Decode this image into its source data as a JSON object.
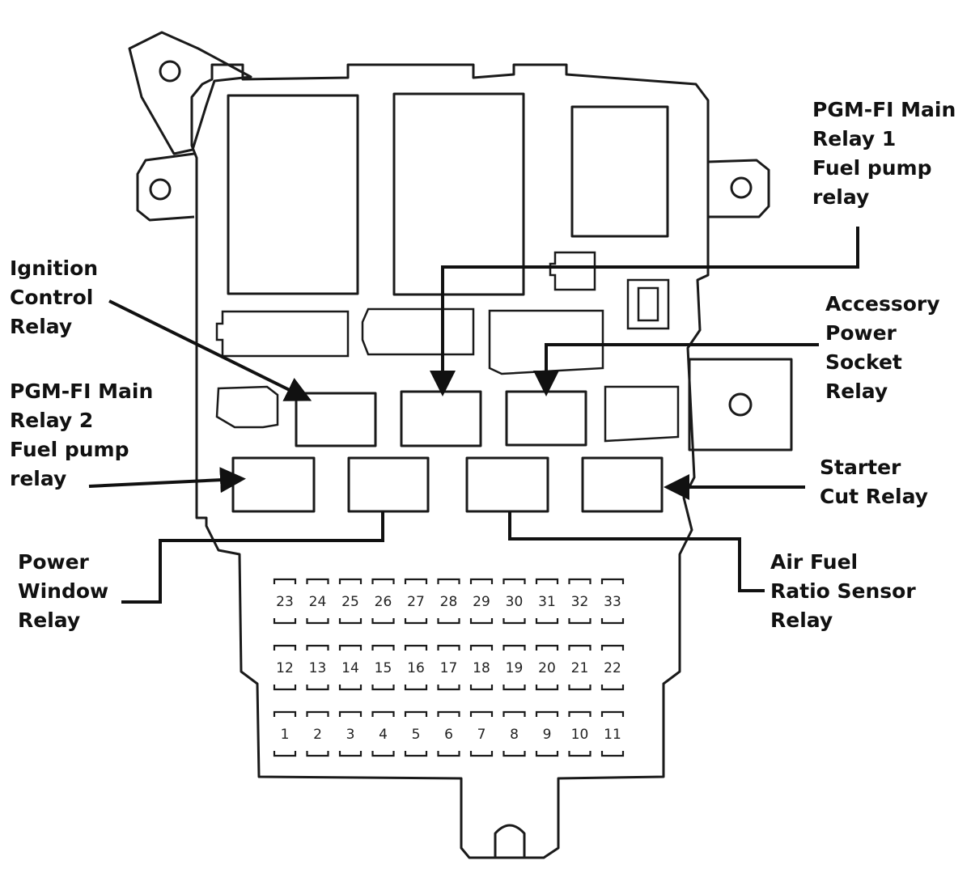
{
  "colors": {
    "line": "#1a1a1a",
    "text": "#111111",
    "background": "#ffffff"
  },
  "labels": {
    "pgm_fi_main_relay_1": [
      "PGM-FI Main",
      "Relay 1",
      "Fuel pump",
      "relay"
    ],
    "ignition_control_relay": [
      "Ignition",
      "Control",
      "Relay"
    ],
    "accessory_power_socket_relay": [
      "Accessory",
      "Power",
      "Socket",
      "Relay"
    ],
    "pgm_fi_main_relay_2": [
      "PGM-FI Main",
      "Relay 2",
      "Fuel pump",
      "relay"
    ],
    "starter_cut_relay": [
      "Starter",
      "Cut Relay"
    ],
    "power_window_relay": [
      "Power",
      "Window",
      "Relay"
    ],
    "air_fuel_ratio_sensor_relay": [
      "Air Fuel",
      "Ratio Sensor",
      "Relay"
    ]
  },
  "fuse_rows": [
    [
      "23",
      "24",
      "25",
      "26",
      "27",
      "28",
      "29",
      "30",
      "31",
      "32",
      "33"
    ],
    [
      "12",
      "13",
      "14",
      "15",
      "16",
      "17",
      "18",
      "19",
      "20",
      "21",
      "22"
    ],
    [
      "1",
      "2",
      "3",
      "4",
      "5",
      "6",
      "7",
      "8",
      "9",
      "10",
      "11"
    ]
  ]
}
